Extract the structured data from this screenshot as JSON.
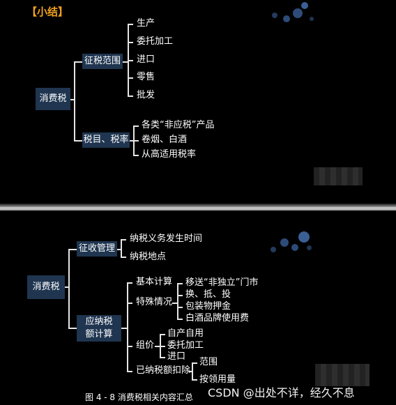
{
  "top": {
    "title": "【小结】",
    "root": "消费税",
    "b1": "征税范围",
    "b1_items": [
      "生产",
      "委托加工",
      "进口",
      "零售",
      "批发"
    ],
    "b2": "税目、税率",
    "b2_items": [
      "各类“非应税”产品",
      "卷烟、白酒",
      "从高适用税率"
    ]
  },
  "bottom": {
    "root": "消费税",
    "b1": "征收管理",
    "b1_items": [
      "纳税义务发生时间",
      "纳税地点"
    ],
    "b2_line1": "应纳税",
    "b2_line2": "额计算",
    "calc": [
      "基本计算",
      "特殊情况",
      "组价",
      "已纳税额扣除"
    ],
    "special_items": [
      "移送“非独立”门市",
      "换、抵、投",
      "包装物押金",
      "白酒品牌使用费"
    ],
    "compose_items": [
      "自产自用",
      "委托加工",
      "进口"
    ],
    "deduct_items": [
      "范围",
      "按领用量"
    ]
  },
  "caption": "图 4 - 8    消费税相关内容汇总",
  "watermark": "CSDN @出处不详，经久不息"
}
